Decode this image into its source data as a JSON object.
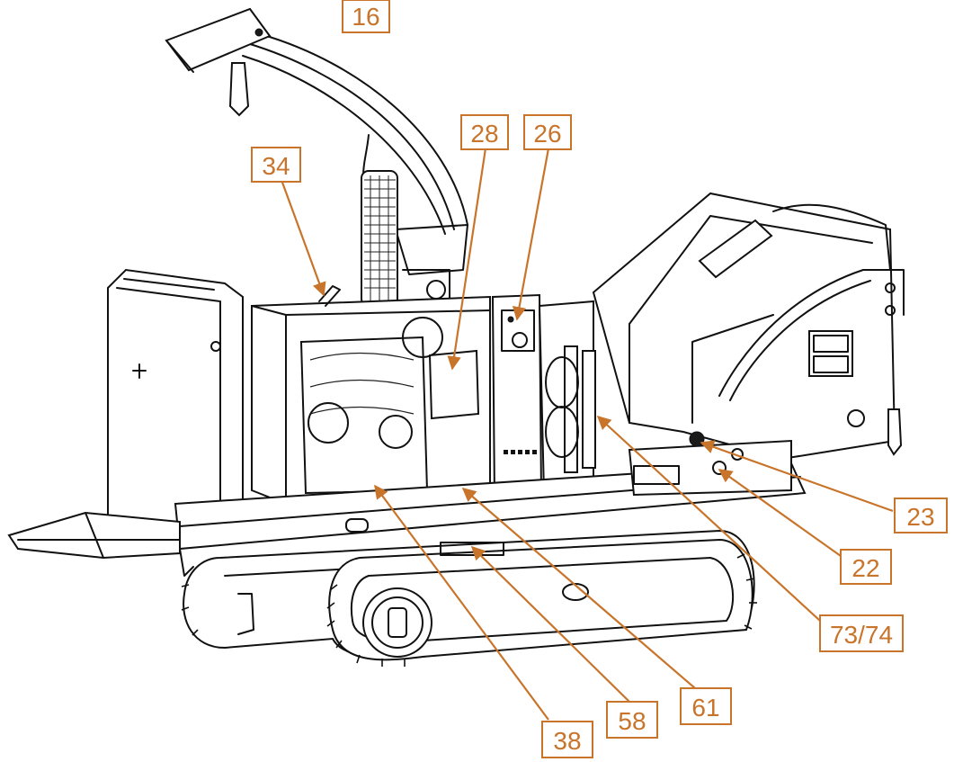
{
  "colors": {
    "accent": "#C8742A",
    "line": "#111111"
  },
  "callouts": [
    {
      "id": "16",
      "label": "16"
    },
    {
      "id": "34",
      "label": "34"
    },
    {
      "id": "28",
      "label": "28"
    },
    {
      "id": "26",
      "label": "26"
    },
    {
      "id": "23",
      "label": "23"
    },
    {
      "id": "22",
      "label": "22"
    },
    {
      "id": "73-74",
      "label": "73/74"
    },
    {
      "id": "61",
      "label": "61"
    },
    {
      "id": "58",
      "label": "58"
    },
    {
      "id": "38",
      "label": "38"
    }
  ]
}
